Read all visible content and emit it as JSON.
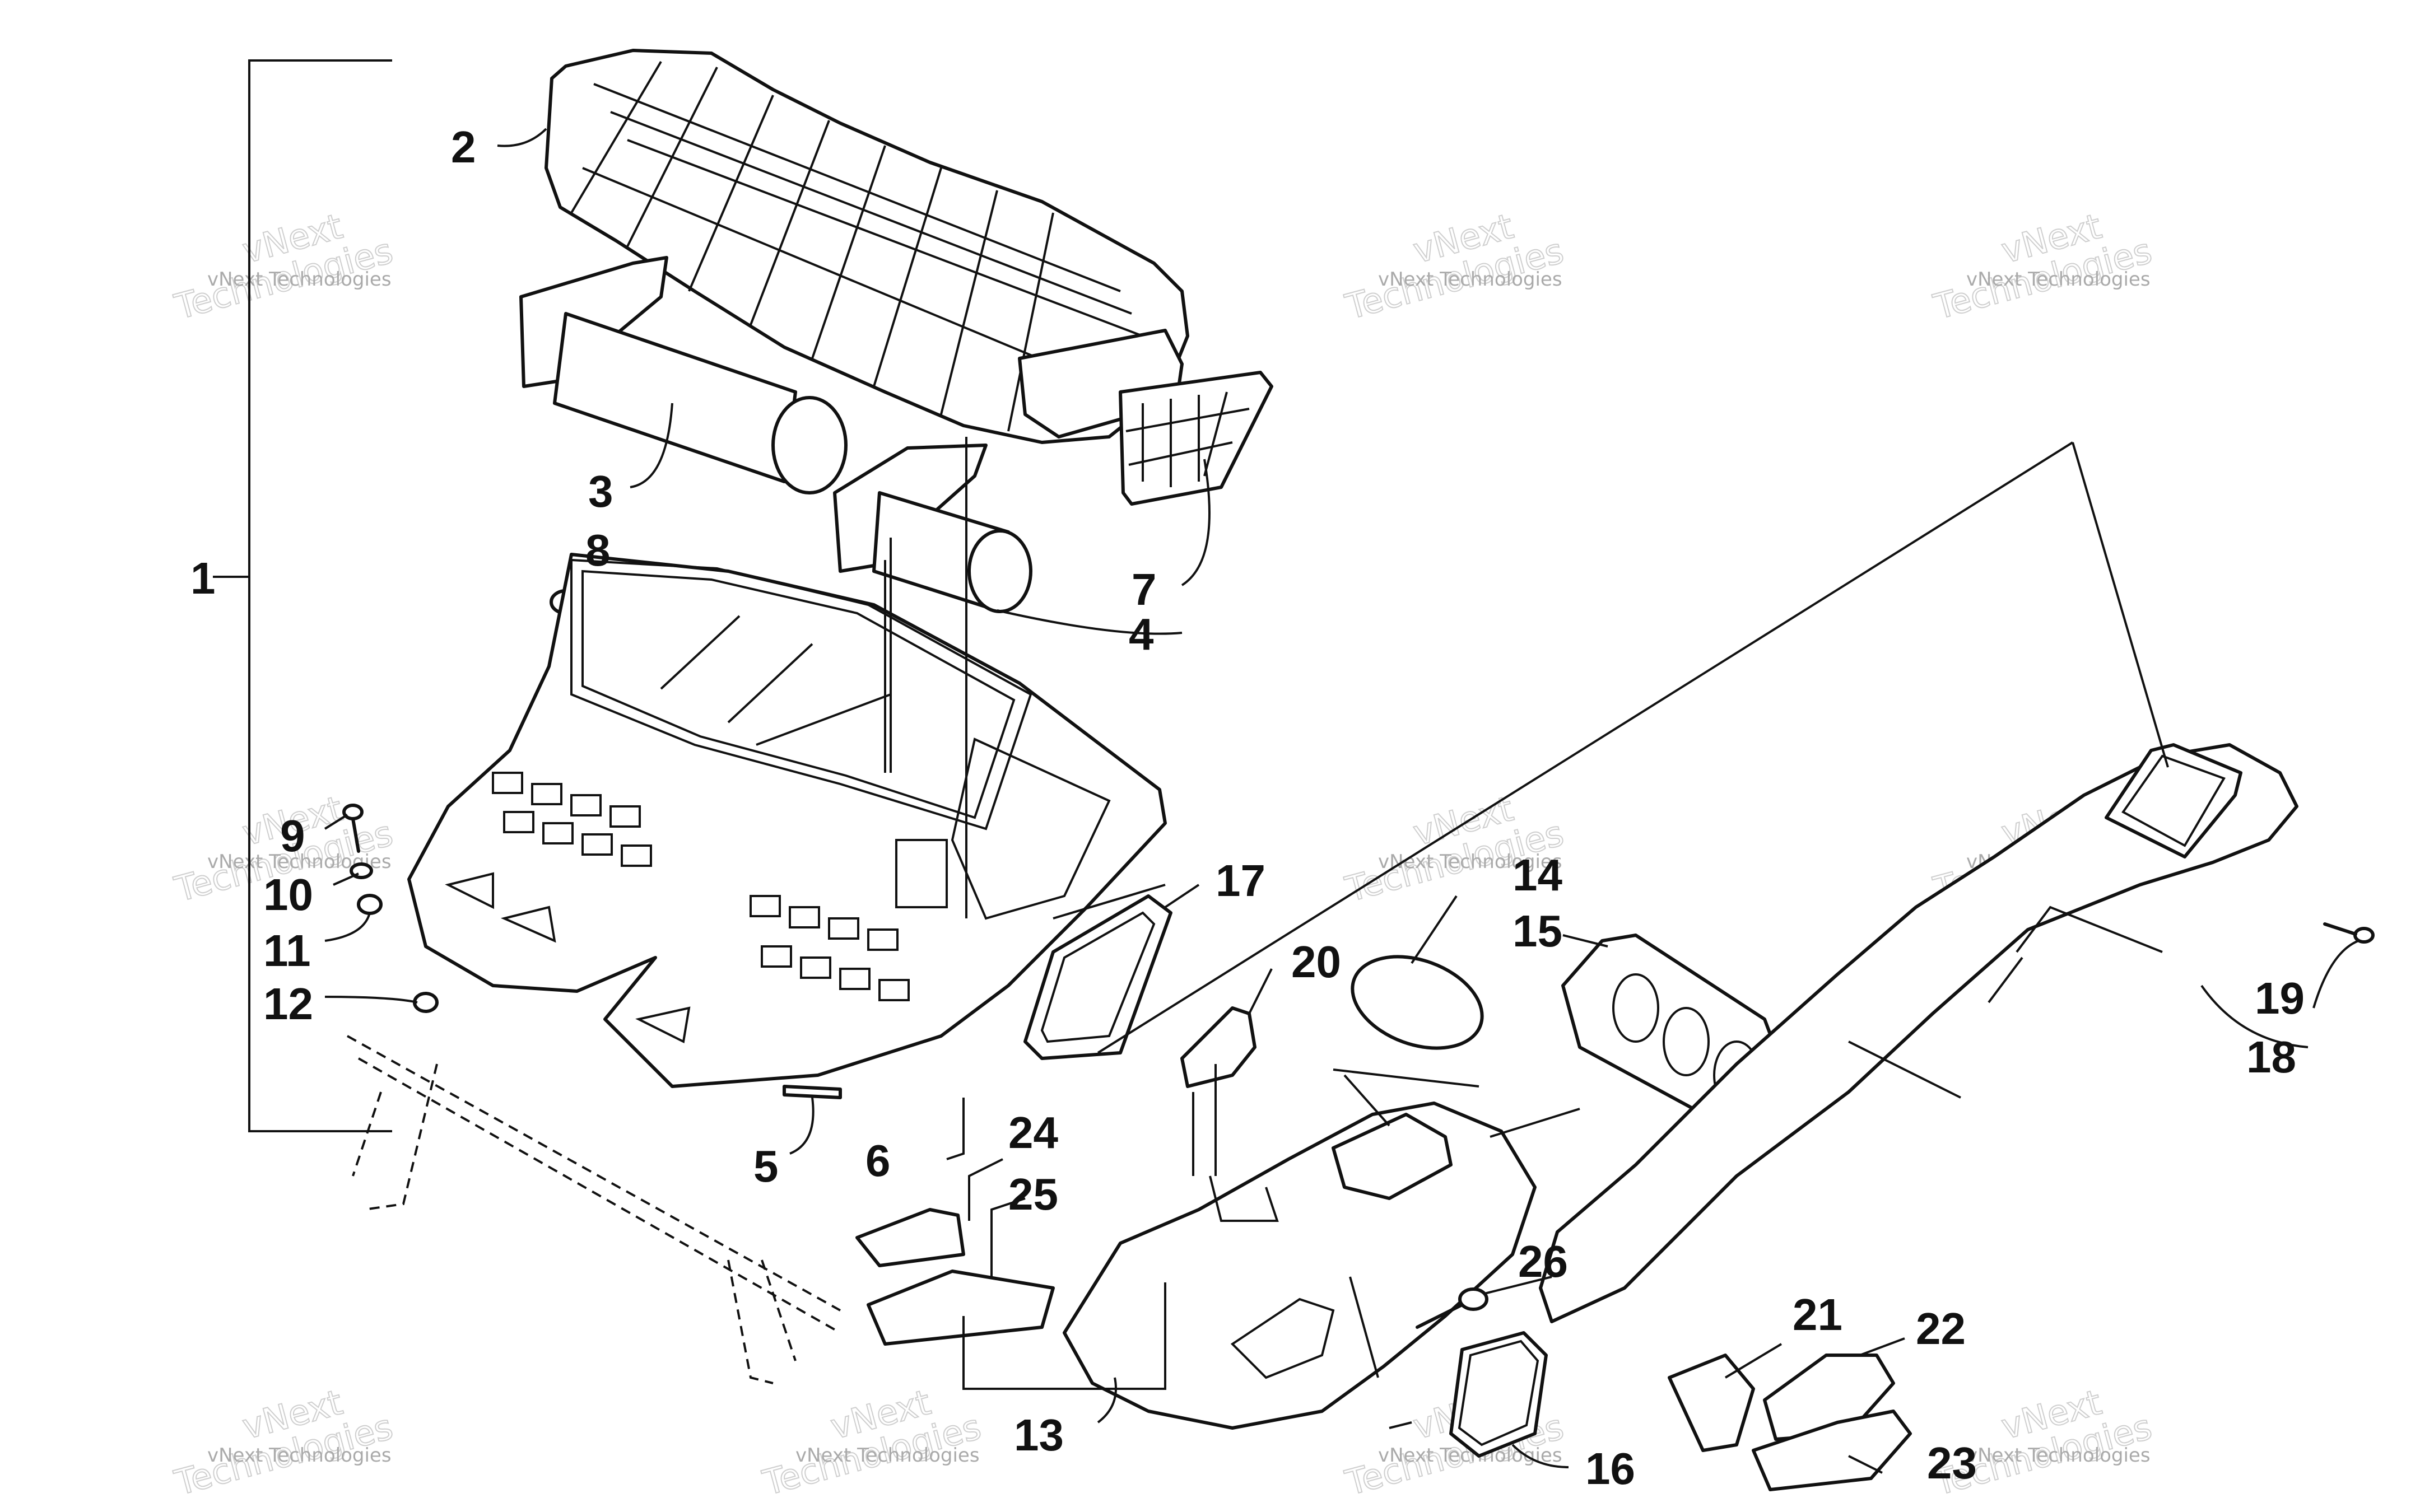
{
  "diagram": {
    "kind": "exploded parts diagram",
    "callouts": [
      "1",
      "2",
      "3",
      "4",
      "5",
      "6",
      "7",
      "8",
      "9",
      "10",
      "11",
      "12",
      "13",
      "14",
      "15",
      "16",
      "17",
      "18",
      "19",
      "20",
      "21",
      "22",
      "23",
      "24",
      "25",
      "26"
    ]
  },
  "watermark": {
    "line1": "vNext Technologies",
    "line2": "vNext",
    "line3": "Technologies"
  }
}
